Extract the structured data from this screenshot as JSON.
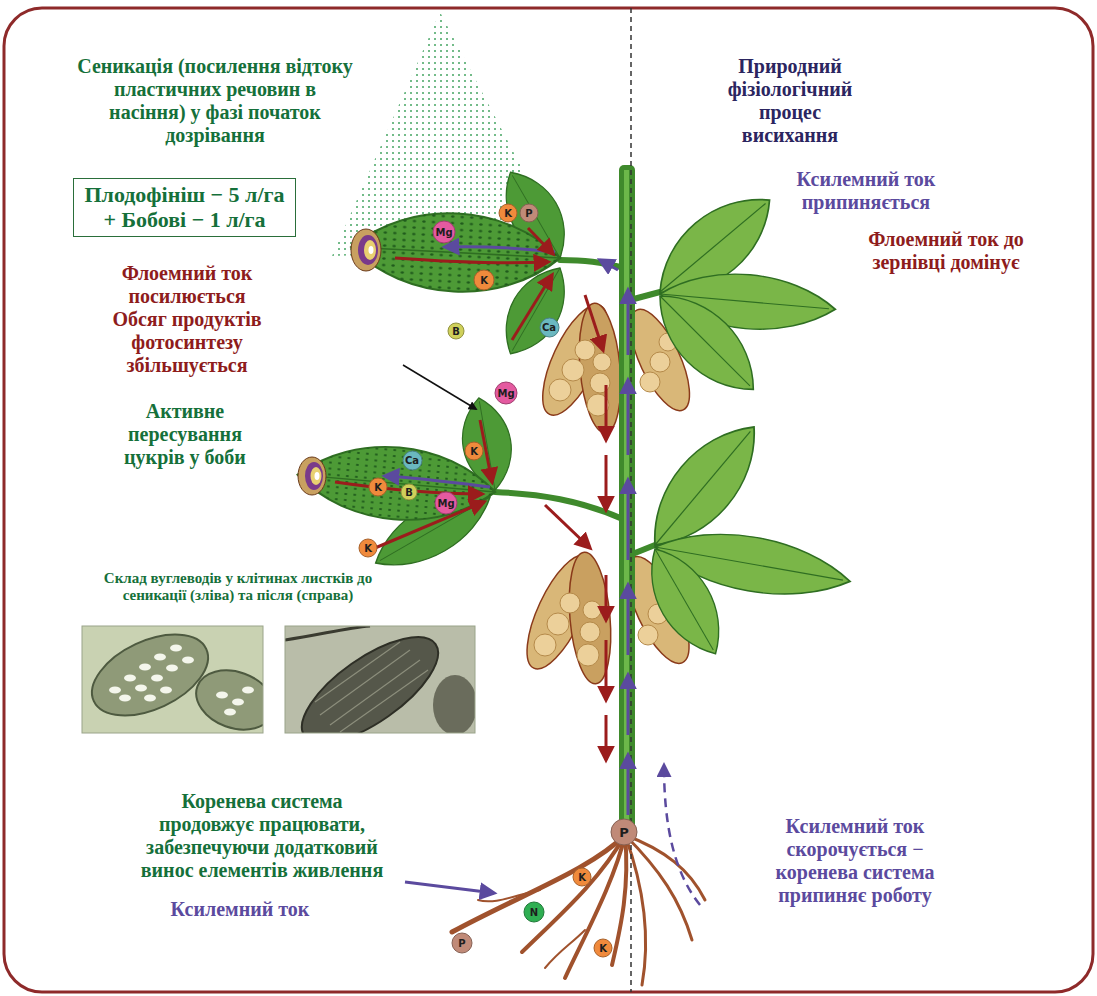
{
  "diagram": {
    "nodes": [
      {
        "text": [
          "Плодофініш − 5 л/га + Бобові − 1 л/га"
        ]
      },
      {
        "text": [
          "K"
        ]
      },
      {
        "text": [
          "P"
        ]
      },
      {
        "text": [
          "Mg"
        ]
      },
      {
        "text": [
          "K"
        ]
      },
      {
        "text": [
          "Ca"
        ]
      },
      {
        "text": [
          "B"
        ]
      },
      {
        "text": [
          "Mg"
        ]
      },
      {
        "text": [
          "K"
        ]
      },
      {
        "text": [
          "Ca"
        ]
      },
      {
        "text": [
          "K"
        ]
      },
      {
        "text": [
          "B"
        ]
      },
      {
        "text": [
          "Mg"
        ]
      },
      {
        "text": [
          "K"
        ]
      },
      {
        "text": [
          "P"
        ]
      },
      {
        "text": [
          "K"
        ]
      },
      {
        "text": [
          "N"
        ]
      },
      {
        "text": [
          "P"
        ]
      },
      {
        "text": [
          "K"
        ]
      }
    ],
    "labels": [
      "Сеникація (посилення відтоку пластичних речовин в насіння) у фазі початок дозрівання",
      "Природний фізіологічний процес висихання",
      "Ксилемний ток припиняється",
      "Флоемний ток до зернівці домінує",
      "Флоемний ток посилюється",
      "Обсяг продуктів фотосинтезу збільшується",
      "Активне пересування цукрів у боби",
      "Склад вуглеводів у клітинах листків до сеникації (зліва) та після (справа)",
      "Коренева система продовжує працювати, забезпечуючи додатковий винос елементів живлення",
      "Ксилемний ток скорочується − коренева система припиняє роботу",
      "Ксилемний ток"
    ]
  }
}
